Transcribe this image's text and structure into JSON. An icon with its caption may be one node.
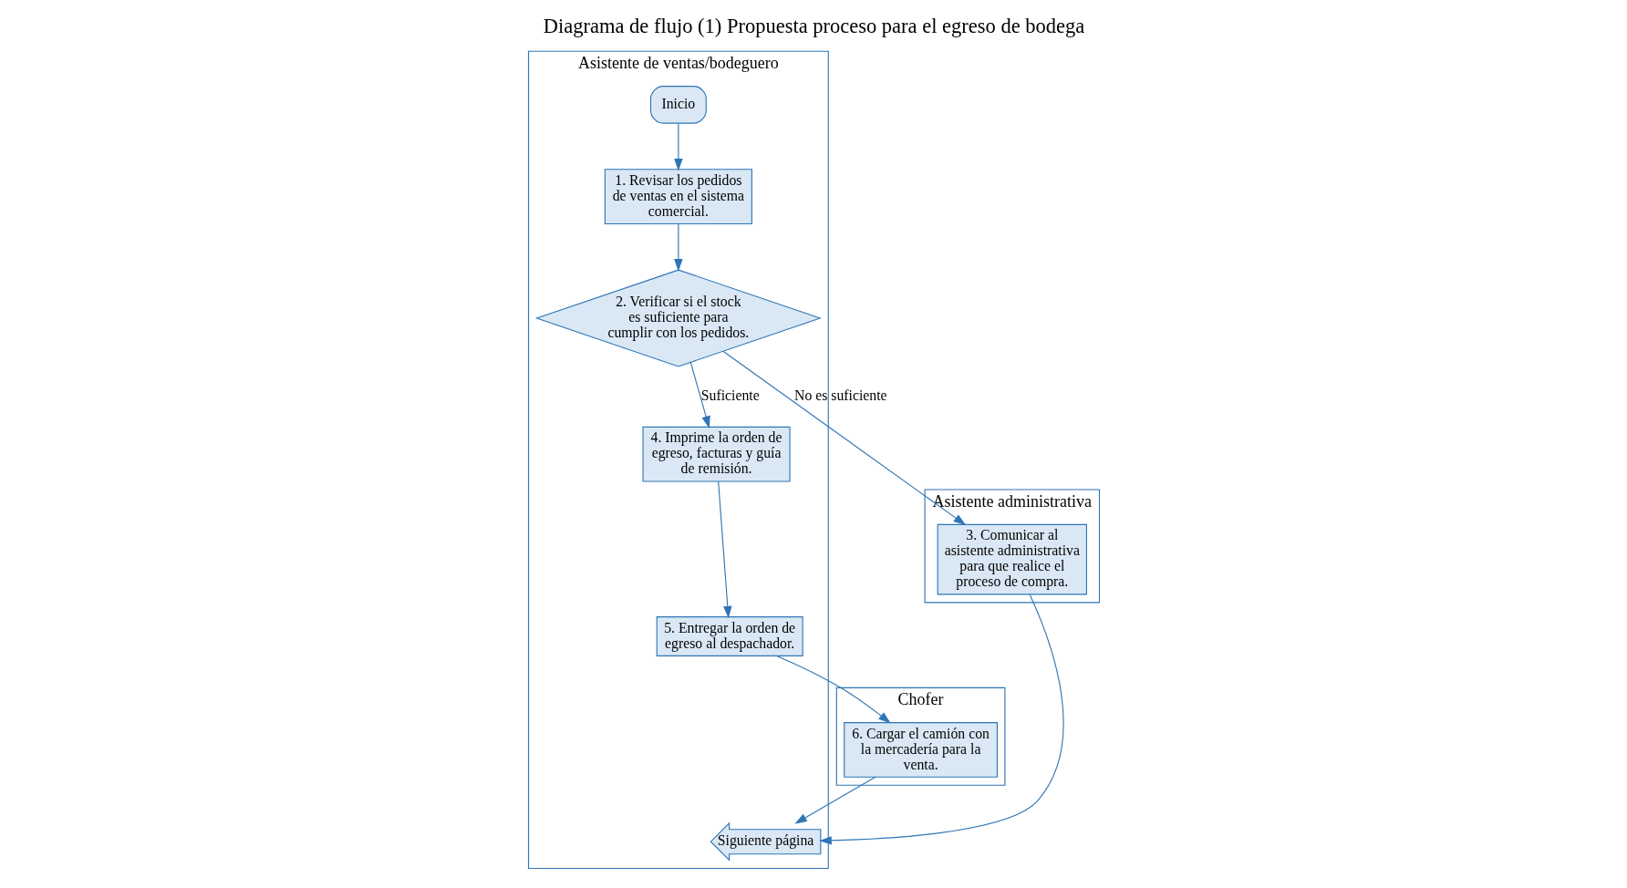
{
  "diagram": {
    "title": "Diagrama de flujo (1) Propuesta proceso para el egreso de bodega",
    "nodes": [
      {
        "text": [
          "Asistente de ventas/bodeguero"
        ]
      },
      {
        "text": [
          "Chofer"
        ]
      },
      {
        "text": [
          "Asistente administrativa"
        ]
      },
      {
        "text": [
          "Inicio"
        ],
        "in": 0
      },
      {
        "text": [
          "1. Revisar los pedidos de ventas en el sistema comercial."
        ],
        "in": 0
      },
      {
        "text": [
          "2. Verificar si el stock es suficiente para cumplir con los pedidos."
        ],
        "in": 0
      },
      {
        "text": [
          "3. Comunicar al asistente administrativa para que realice el proceso de compra."
        ],
        "in": 2
      },
      {
        "text": [
          "4. Imprime la orden de egreso, facturas y guía de remisión."
        ],
        "in": 0
      },
      {
        "text": [
          "5. Entregar la orden de egreso al despachador."
        ],
        "in": 0
      },
      {
        "text": [
          "6. Cargar el camión con la mercadería para la venta."
        ],
        "in": 1
      },
      {
        "text": [
          "Siguiente página"
        ],
        "in": 0
      }
    ],
    "edges": [
      {
        "from": 3,
        "to": 4,
        "arrow": "to"
      },
      {
        "from": 4,
        "to": 5,
        "arrow": "to"
      },
      {
        "from": 5,
        "to": 6,
        "arrow": "to",
        "label": "No es suficiente"
      },
      {
        "from": 5,
        "to": 7,
        "arrow": "to",
        "label": "Suficiente"
      },
      {
        "from": 7,
        "to": 8,
        "arrow": "to"
      },
      {
        "from": 8,
        "to": 9,
        "arrow": "to"
      },
      {
        "from": 9,
        "to": 10,
        "arrow": "to"
      },
      {
        "from": 6,
        "to": 10,
        "arrow": "to"
      }
    ]
  }
}
